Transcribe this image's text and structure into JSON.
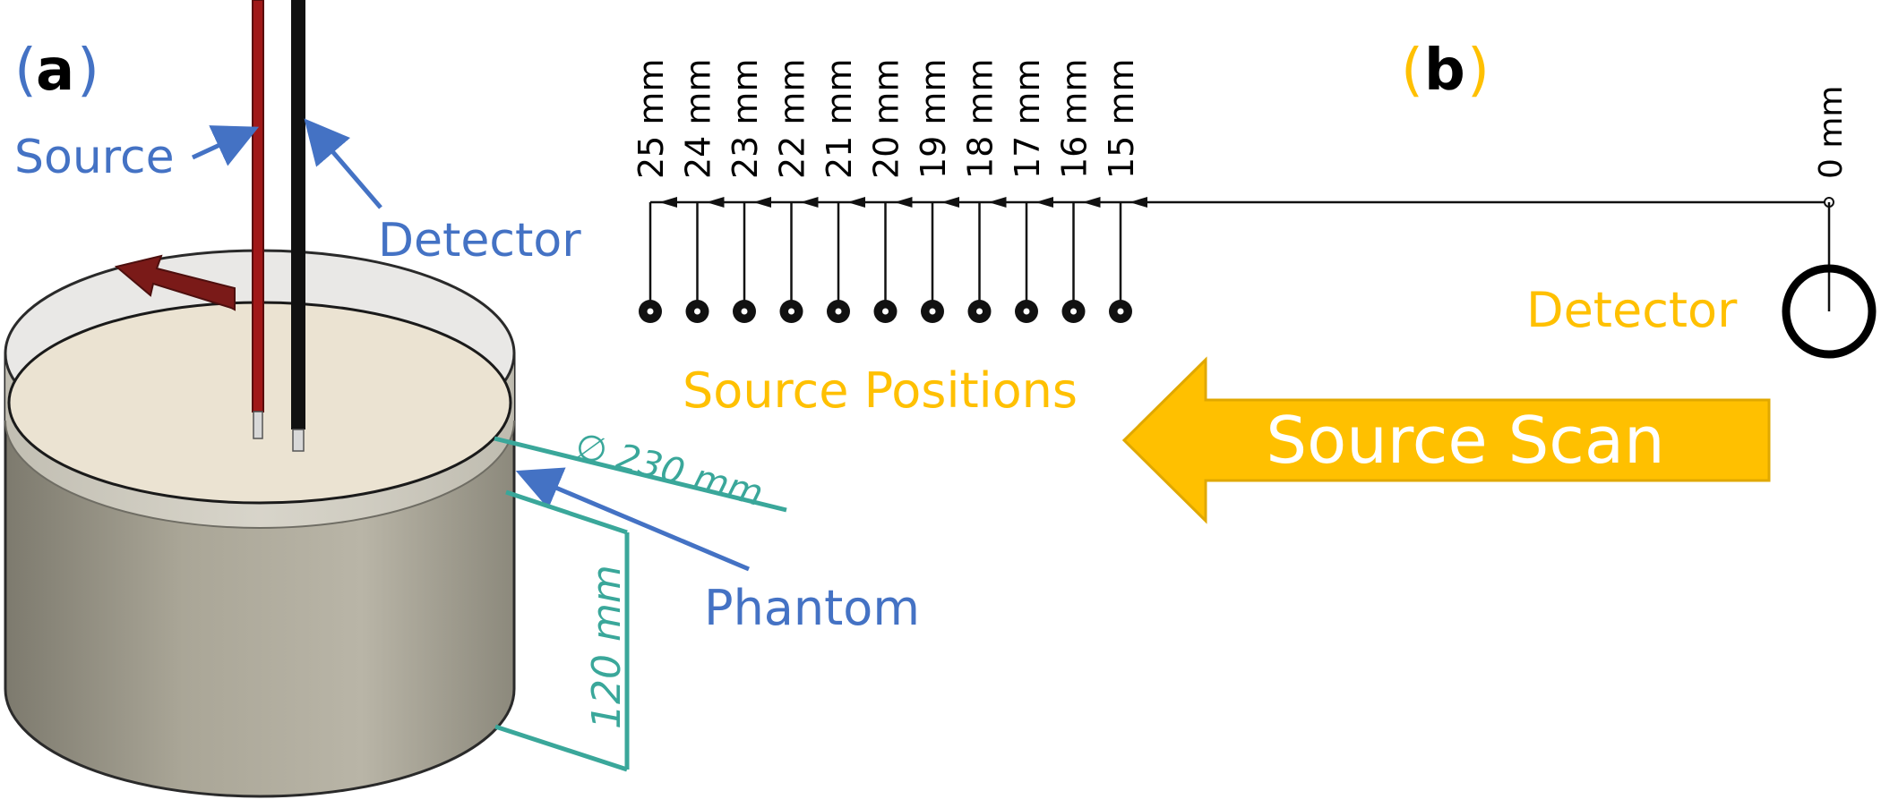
{
  "panel_a": {
    "paren_open": "(",
    "letter": "a",
    "paren_close": ")",
    "labels": {
      "source": "Source",
      "detector": "Detector",
      "phantom": "Phantom"
    },
    "dimensions": {
      "diameter": "∅ 230 mm",
      "height": "120 mm"
    }
  },
  "panel_b": {
    "paren_open": "(",
    "letter": "b",
    "paren_close": ")",
    "position_labels": [
      "25 mm",
      "24 mm",
      "23 mm",
      "22 mm",
      "21 mm",
      "20 mm",
      "19 mm",
      "18 mm",
      "17 mm",
      "16 mm",
      "15 mm"
    ],
    "origin_label": "0 mm",
    "detector_label": "Detector",
    "source_positions_label": "Source Positions",
    "scan_label": "Source Scan"
  },
  "colors": {
    "blue_text": "#4472C4",
    "gold": "#FFC000",
    "teal": "#3AA79A",
    "source_wire": "#A01818",
    "detector_wire": "#111111",
    "scan_arrow_fill": "#FFC000",
    "scan_arrow_stroke": "#E0A800"
  }
}
